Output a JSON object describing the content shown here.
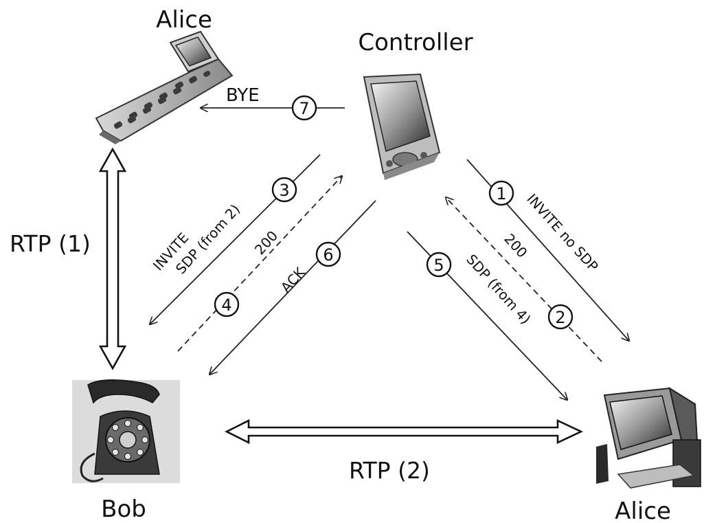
{
  "nodes": {
    "alice_phone": {
      "label": "Alice",
      "icon": "flip-phone-icon"
    },
    "controller": {
      "label": "Controller",
      "icon": "pda-icon"
    },
    "bob": {
      "label": "Bob",
      "icon": "rotary-phone-icon"
    },
    "alice_pc": {
      "label": "Alice",
      "icon": "desktop-computer-icon"
    }
  },
  "links": {
    "rtp1": {
      "label": "RTP (1)"
    },
    "rtp2": {
      "label": "RTP (2)"
    }
  },
  "messages": [
    {
      "step": "1",
      "label": "INVITE no SDP"
    },
    {
      "step": "2",
      "label": "200"
    },
    {
      "step": "3",
      "label": "INVITE",
      "label2": "SDP (from 2)"
    },
    {
      "step": "4",
      "label": "200"
    },
    {
      "step": "5",
      "label": "SDP (from 4)"
    },
    {
      "step": "6",
      "label": "ACK"
    },
    {
      "step": "7",
      "label": "BYE"
    }
  ]
}
